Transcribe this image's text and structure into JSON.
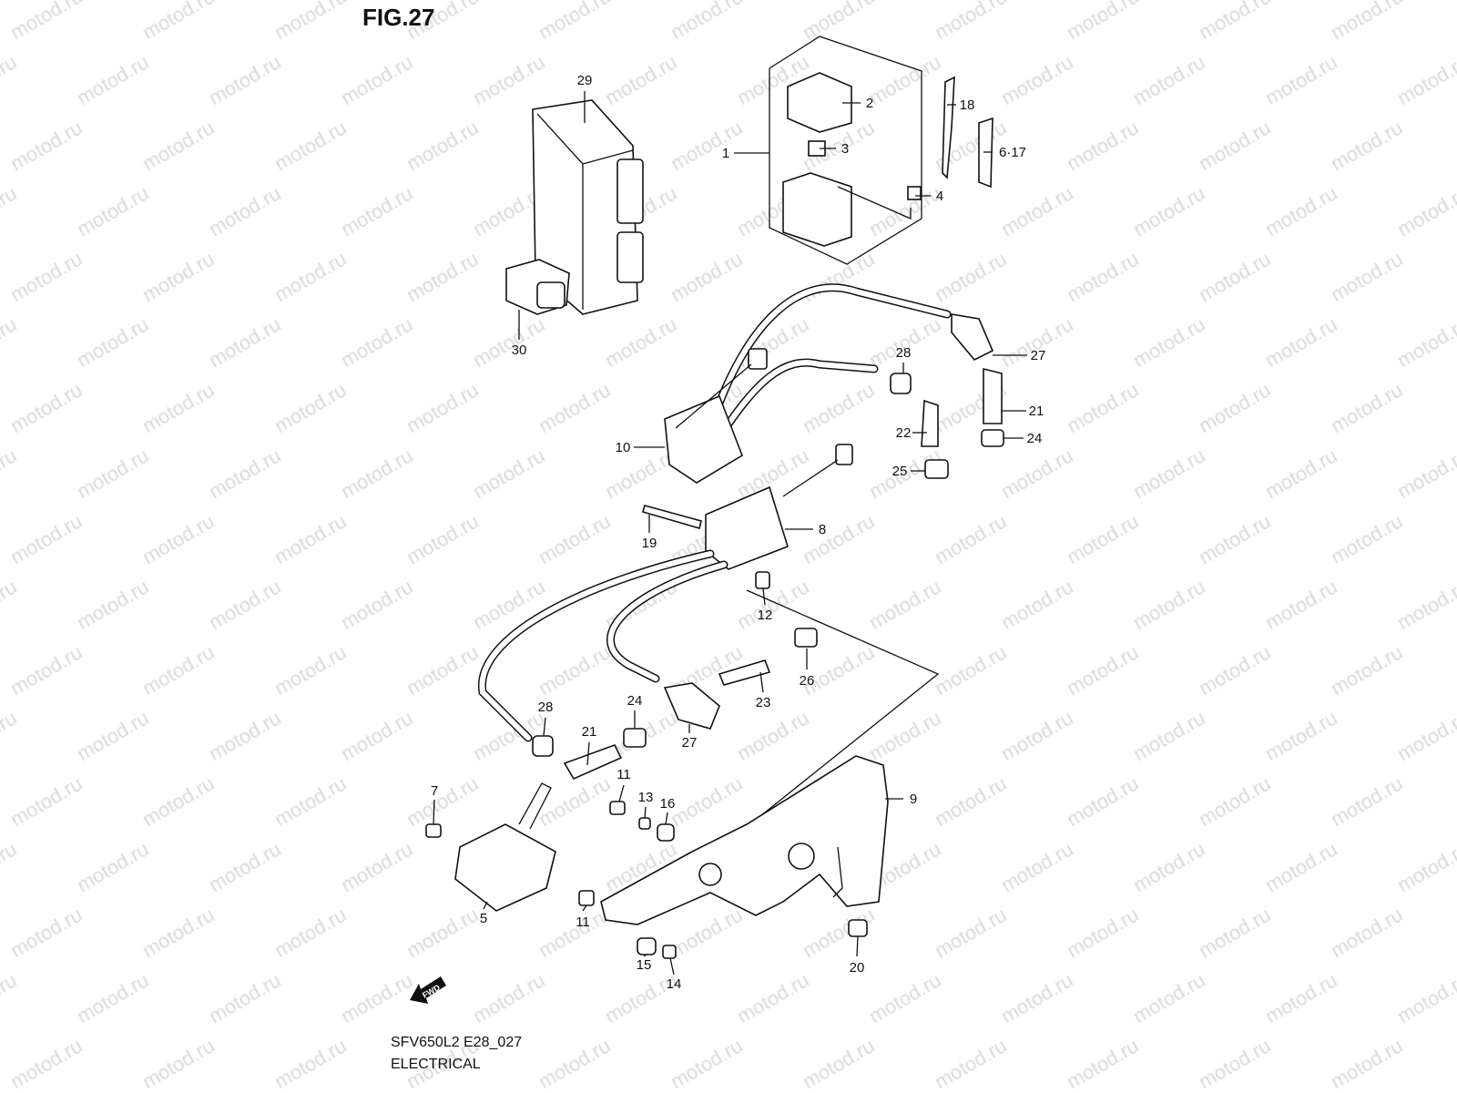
{
  "figure": {
    "title": "FIG.27",
    "model_code": "SFV650L2 E28_027",
    "section": "ELECTRICAL",
    "fwd_label": "FWD",
    "watermark": "motod.ru"
  },
  "callouts": [
    "29",
    "2",
    "3",
    "1",
    "4",
    "18",
    "6·17",
    "30",
    "28",
    "27",
    "21",
    "22",
    "24",
    "10",
    "25",
    "8",
    "19",
    "12",
    "26",
    "23",
    "24",
    "28",
    "21",
    "27",
    "9",
    "11",
    "13",
    "16",
    "7",
    "5",
    "11",
    "15",
    "14",
    "20"
  ],
  "colors": {
    "line": "#111111",
    "watermark": "#d9d9d9"
  }
}
